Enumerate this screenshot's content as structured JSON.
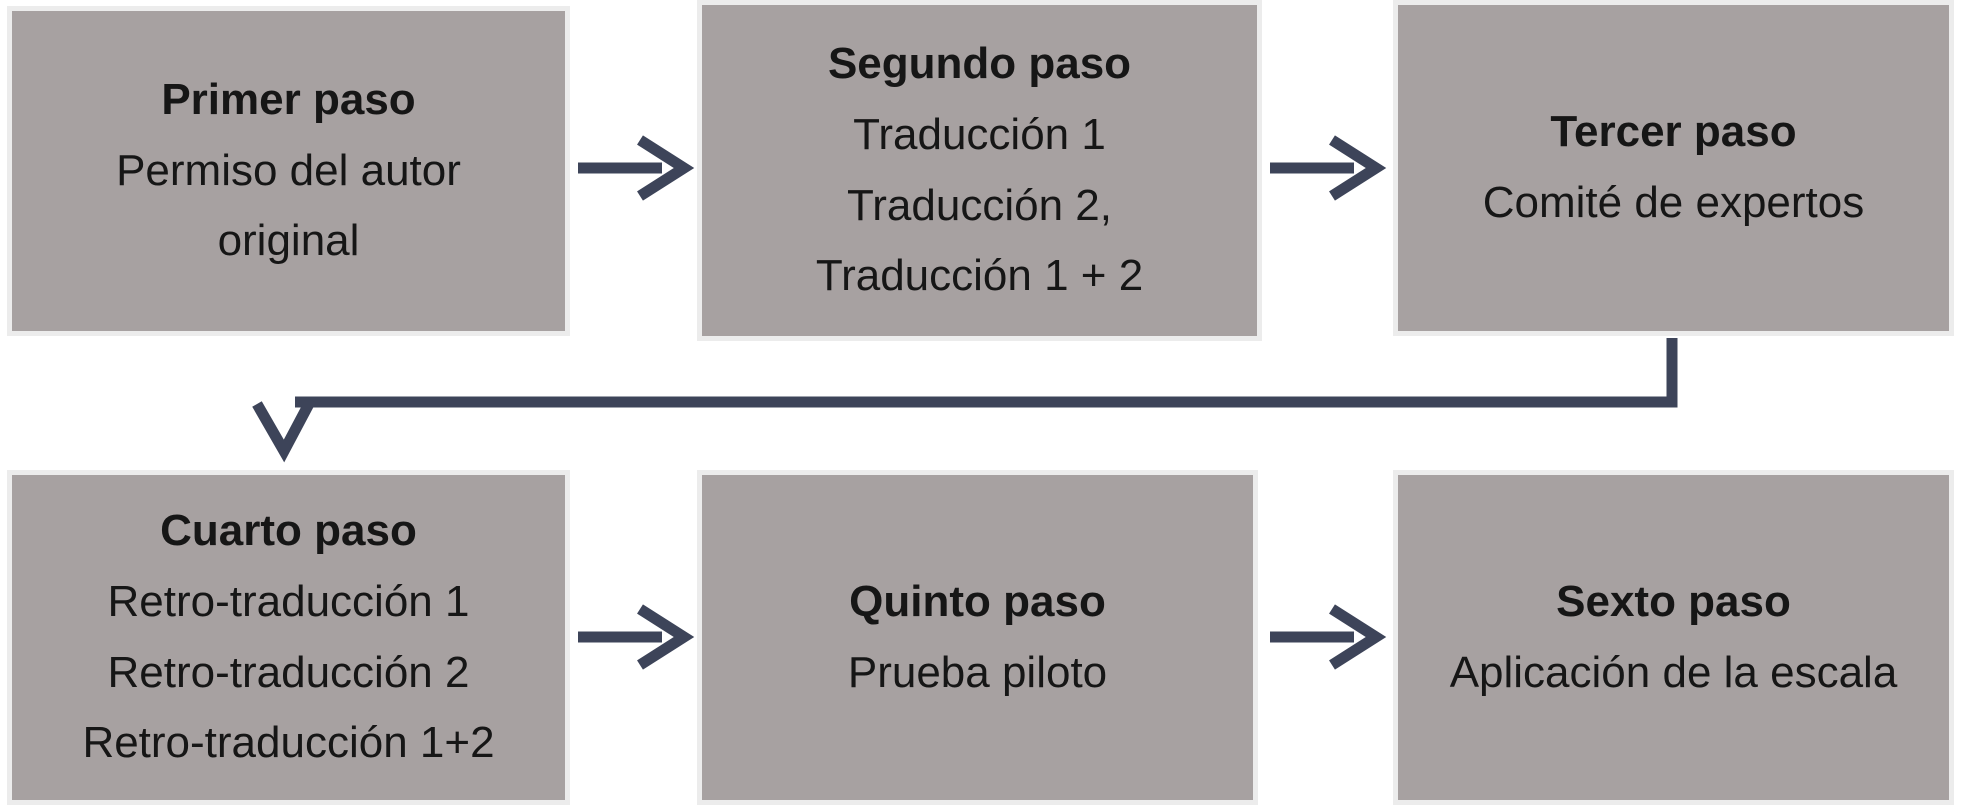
{
  "diagram": {
    "colors": {
      "page_bg": "#ffffff",
      "box_fill": "#a7a1a1",
      "box_border": "#ececec",
      "connector_color": "#3d4459",
      "text_color": "#161616"
    },
    "boxes": [
      {
        "title": "Primer paso",
        "lines": [
          "Permiso del autor",
          "original"
        ]
      },
      {
        "title": "Segundo paso",
        "lines": [
          "Traducción 1",
          "Traducción 2,",
          "Traducción 1 + 2"
        ]
      },
      {
        "title": "Tercer paso",
        "lines": [
          "Comité de expertos"
        ]
      },
      {
        "title": "Cuarto paso",
        "lines": [
          "Retro-traducción 1",
          "Retro-traducción 2",
          "Retro-traducción 1+2"
        ]
      },
      {
        "title": "Quinto paso",
        "lines": [
          "Prueba piloto"
        ]
      },
      {
        "title": "Sexto paso",
        "lines": [
          "Aplicación de la escala"
        ]
      }
    ],
    "connectors": [
      "arrow-right: Primer paso -> Segundo paso",
      "arrow-right: Segundo paso -> Tercer paso",
      "elbow-arrow-down: Tercer paso -> Cuarto paso",
      "arrow-right: Cuarto paso -> Quinto paso",
      "arrow-right: Quinto paso -> Sexto paso"
    ]
  }
}
